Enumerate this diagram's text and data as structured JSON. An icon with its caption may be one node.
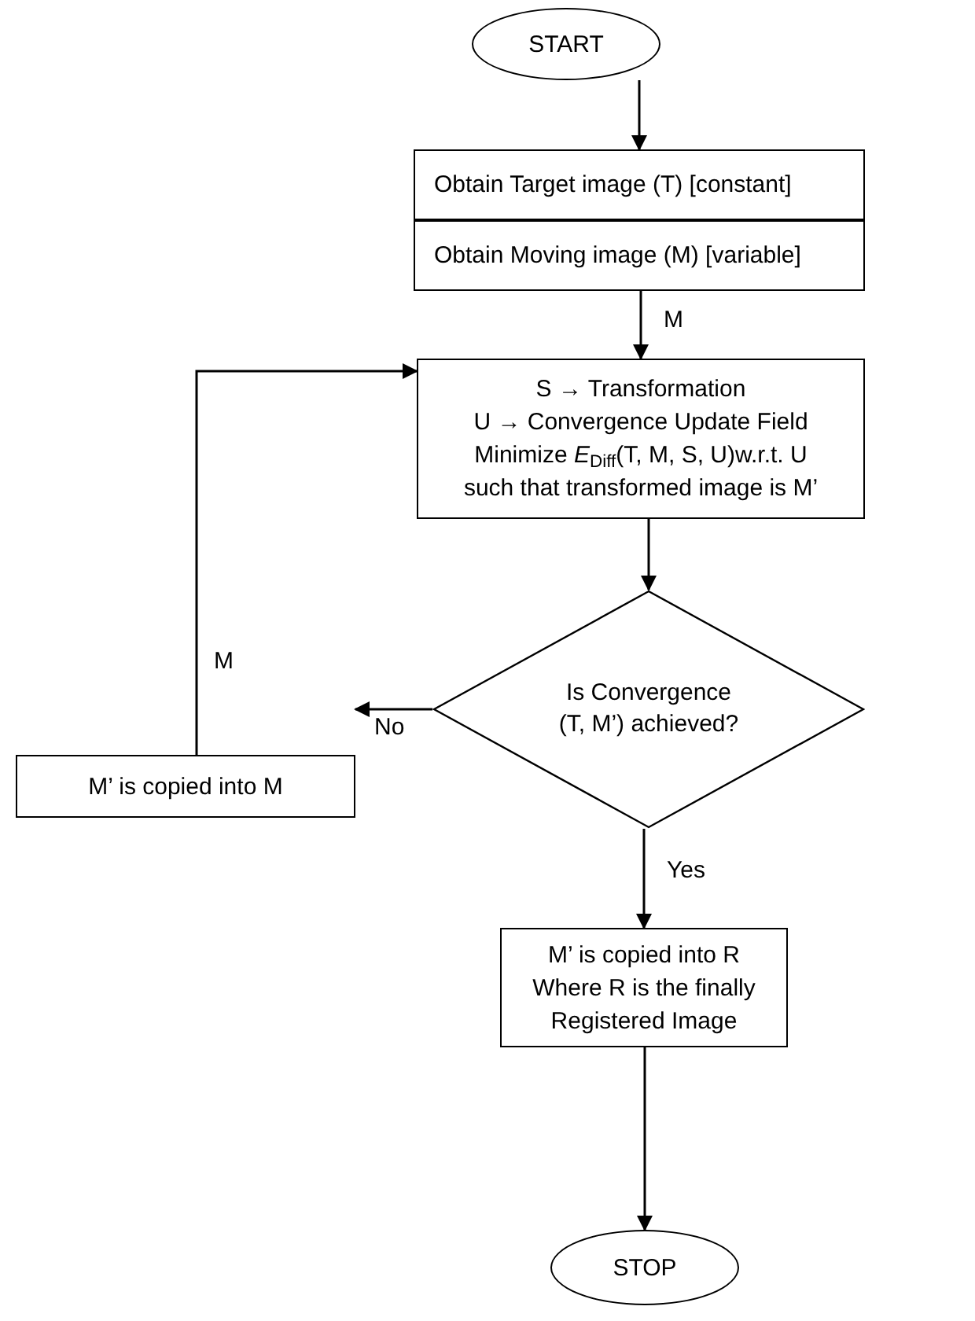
{
  "diagram": {
    "nodes": [
      {
        "text": [
          "START"
        ]
      },
      {
        "text": [
          "Obtain Target image (T) [constant]"
        ]
      },
      {
        "text": [
          "Obtain Moving image (M) [variable]"
        ]
      },
      {
        "text": [
          "S → Transformation",
          "U → Convergence Update Field",
          "Minimize *E*$_{Diff}$(T, M, S, U)w.r.t. U",
          "such that transformed image is M’"
        ]
      },
      {
        "text": [
          "Is Convergence (T, M’) achieved?"
        ]
      },
      {
        "text": [
          "M’ is copied into M"
        ]
      },
      {
        "text": [
          "M’ is copied into R",
          "Where R is the finally Registered Image"
        ]
      },
      {
        "text": [
          "STOP"
        ]
      }
    ],
    "edges": [
      {
        "from": 0,
        "to": 1,
        "arrow": "to"
      },
      {
        "from": 2,
        "to": 3,
        "arrow": "to",
        "label": "M"
      },
      {
        "from": 3,
        "to": 4,
        "arrow": "to"
      },
      {
        "from": 4,
        "to": 5,
        "arrow": "to",
        "label": "No"
      },
      {
        "from": 5,
        "to": 3,
        "arrow": "to",
        "label": "M"
      },
      {
        "from": 4,
        "to": 6,
        "arrow": "to",
        "label": "Yes"
      },
      {
        "from": 6,
        "to": 7,
        "arrow": "to"
      }
    ]
  }
}
